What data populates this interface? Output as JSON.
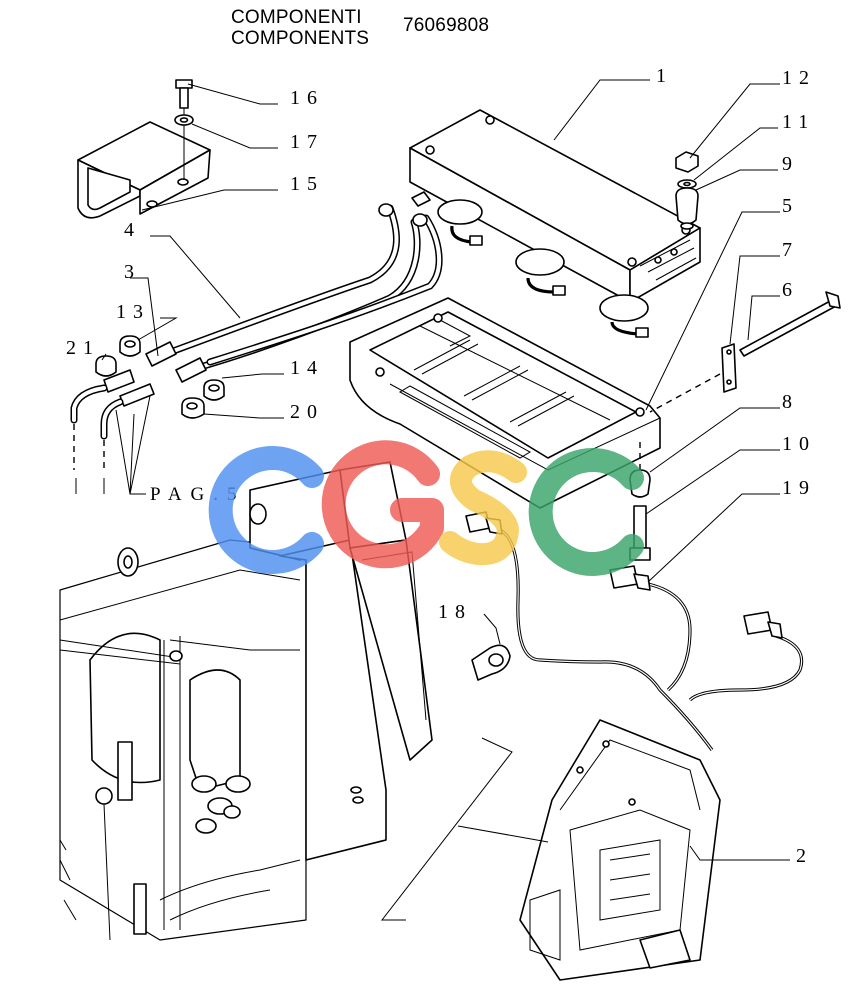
{
  "header": {
    "title_it": "COMPONENTI",
    "title_en": "COMPONENTS",
    "code": "76069808"
  },
  "page_ref": "PAG.5",
  "callouts": [
    {
      "id": "c1",
      "label": "1"
    },
    {
      "id": "c2",
      "label": "2"
    },
    {
      "id": "c3",
      "label": "3"
    },
    {
      "id": "c4",
      "label": "4"
    },
    {
      "id": "c5",
      "label": "5"
    },
    {
      "id": "c6",
      "label": "6"
    },
    {
      "id": "c7",
      "label": "7"
    },
    {
      "id": "c8",
      "label": "8"
    },
    {
      "id": "c9",
      "label": "9"
    },
    {
      "id": "c10",
      "label": "10"
    },
    {
      "id": "c11",
      "label": "11"
    },
    {
      "id": "c12",
      "label": "12"
    },
    {
      "id": "c13",
      "label": "13"
    },
    {
      "id": "c14",
      "label": "14"
    },
    {
      "id": "c15",
      "label": "15"
    },
    {
      "id": "c16",
      "label": "16"
    },
    {
      "id": "c17",
      "label": "17"
    },
    {
      "id": "c18",
      "label": "18"
    },
    {
      "id": "c19",
      "label": "19"
    },
    {
      "id": "c20",
      "label": "20"
    },
    {
      "id": "c21",
      "label": "21"
    }
  ],
  "watermark": {
    "letters": [
      "C",
      "G",
      "S",
      "C"
    ],
    "colors": [
      "#4f8ff0",
      "#ef5b55",
      "#f7c94c",
      "#3aa46a"
    ]
  }
}
